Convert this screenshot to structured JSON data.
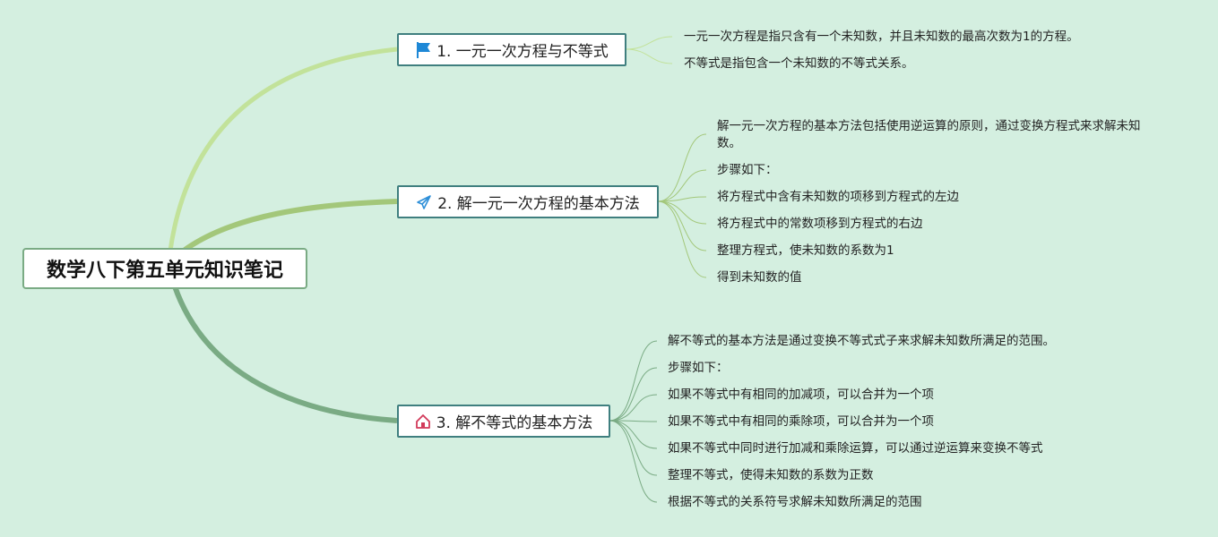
{
  "root": {
    "title": "数学八下第五单元知识笔记"
  },
  "branches": [
    {
      "icon": "flag-icon",
      "label": "1. 一元一次方程与不等式",
      "color": "#c2e29a",
      "leaves": [
        "一元一次方程是指只含有一个未知数，并且未知数的最高次数为1的方程。",
        "不等式是指包含一个未知数的不等式关系。"
      ]
    },
    {
      "icon": "paper-plane-icon",
      "label": "2. 解一元一次方程的基本方法",
      "color": "#a3c77a",
      "leaves": [
        "解一元一次方程的基本方法包括使用逆运算的原则，通过变换方程式来求解未知",
        "数。",
        "步骤如下：",
        "将方程式中含有未知数的项移到方程式的左边",
        "将方程式中的常数项移到方程式的右边",
        "整理方程式，使未知数的系数为1",
        "得到未知数的值"
      ]
    },
    {
      "icon": "home-icon",
      "label": "3. 解不等式的基本方法",
      "color": "#7aab84",
      "leaves": [
        "解不等式的基本方法是通过变换不等式式子来求解未知数所满足的范围。",
        "步骤如下：",
        "如果不等式中有相同的加减项，可以合并为一个项",
        "如果不等式中有相同的乘除项，可以合并为一个项",
        "如果不等式中同时进行加减和乘除运算，可以通过逆运算来变换不等式",
        "整理不等式，使得未知数的系数为正数",
        "根据不等式的关系符号求解未知数所满足的范围"
      ]
    }
  ]
}
